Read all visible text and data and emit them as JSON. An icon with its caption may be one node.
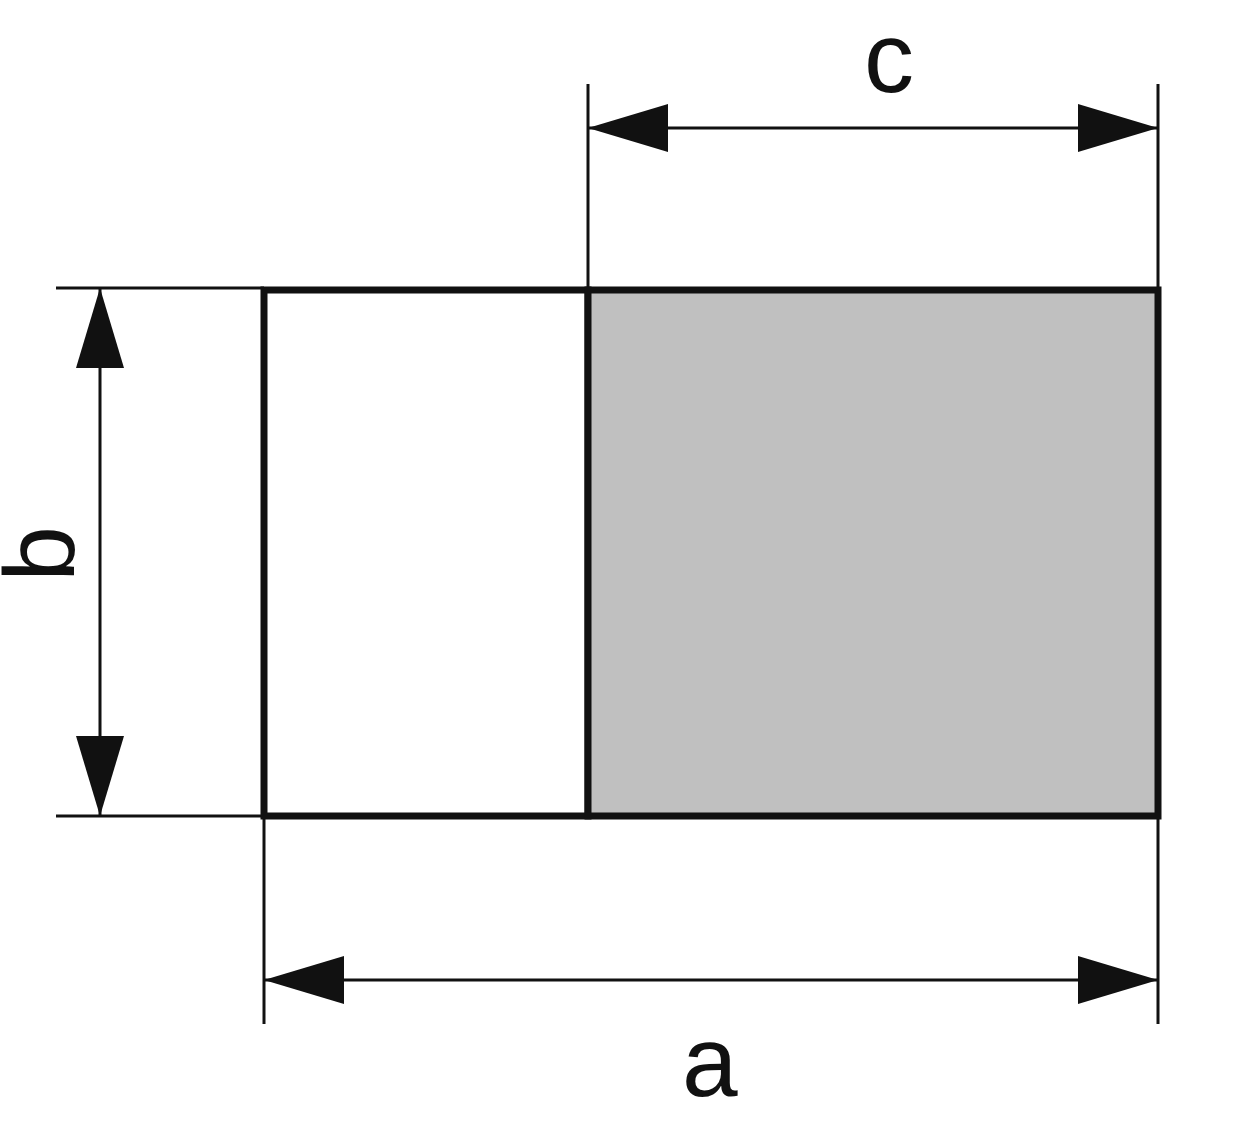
{
  "diagram": {
    "labels": [
      "c",
      "b",
      "a"
    ]
  }
}
